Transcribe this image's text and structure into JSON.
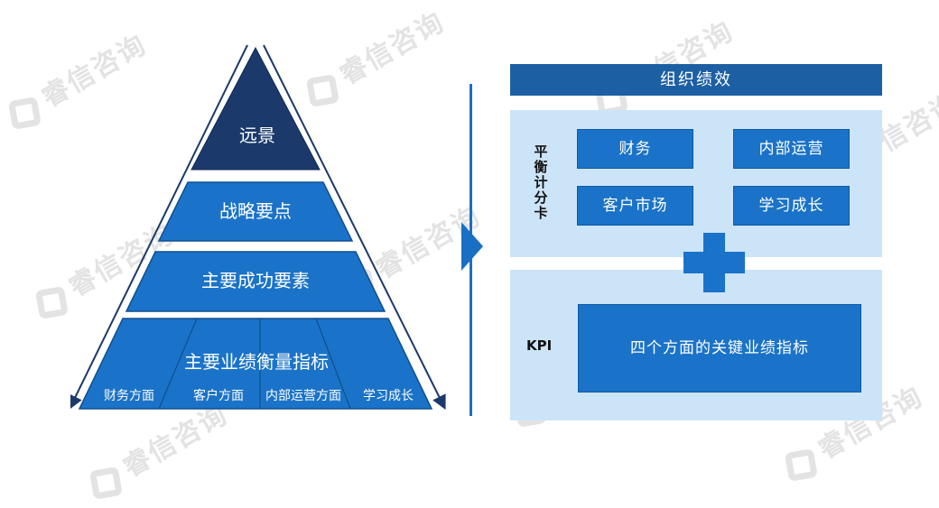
{
  "watermark": "睿信咨询",
  "pyramid": {
    "top": "远景",
    "level2": "战略要点",
    "level3": "主要成功要素",
    "level4": "主要业绩衡量指标",
    "base_items": [
      "财务方面",
      "客户方面",
      "内部运营方面",
      "学习成长"
    ]
  },
  "right": {
    "header": "组织绩效",
    "bsc_label": [
      "平",
      "衡",
      "计",
      "分",
      "卡"
    ],
    "bsc_boxes": [
      "财务",
      "内部运营",
      "客户市场",
      "学习成长"
    ],
    "kpi_label": "KPI",
    "kpi_box": "四个方面的关键业绩指标"
  },
  "colors": {
    "dark_navy": "#1b3a6b",
    "primary_blue": "#1a73c8",
    "header_blue": "#1d5fa3",
    "light_panel": "#cce4f8"
  }
}
